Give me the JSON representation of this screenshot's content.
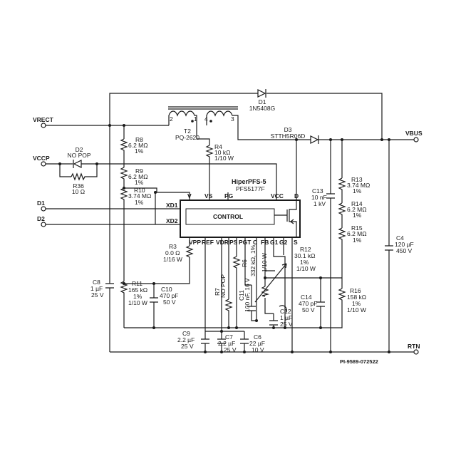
{
  "nets": {
    "vrect": "VRECT",
    "vccp": "VCCP",
    "d1": "D1",
    "d2": "D2",
    "vbus": "VBUS",
    "rtn": "RTN"
  },
  "components": {
    "d1": {
      "ref": "D1",
      "value": "1N5408G"
    },
    "t2": {
      "ref": "T2",
      "value": "PQ-2620",
      "pins": [
        "2",
        "1",
        "4",
        "3"
      ]
    },
    "d3": {
      "ref": "D3",
      "value": "STTH5R06D"
    },
    "r8": {
      "ref": "R8",
      "value": "6.2 MΩ",
      "tol": "1%"
    },
    "r9": {
      "ref": "R9",
      "value": "6.2 MΩ",
      "tol": "1%"
    },
    "r10": {
      "ref": "R10",
      "value": "3.74 MΩ",
      "tol": "1%"
    },
    "d2": {
      "ref": "D2",
      "value": "NO POP"
    },
    "r36": {
      "ref": "R36",
      "value": "10 Ω"
    },
    "r4": {
      "ref": "R4",
      "value": "10 kΩ",
      "power": "1/10 W"
    },
    "r3": {
      "ref": "R3",
      "value": "0.0 Ω",
      "power": "1/16 W"
    },
    "r11": {
      "ref": "R11",
      "value": "165 kΩ",
      "tol": "1%",
      "power": "1/10 W"
    },
    "c8": {
      "ref": "C8",
      "value": "1 µF",
      "voltage": "25 V"
    },
    "c10": {
      "ref": "C10",
      "value": "470 pF",
      "voltage": "50 V"
    },
    "r7": {
      "ref": "R7",
      "value": "NO POP"
    },
    "r6": {
      "ref": "R6",
      "value": "332 kΩ, 1%",
      "power": "1/10 W"
    },
    "c11": {
      "ref": "C11",
      "value": "100 nF, 16 V"
    },
    "r12": {
      "ref": "R12",
      "value": "30.1 kΩ",
      "tol": "1%",
      "power": "1/10 W"
    },
    "c12": {
      "ref": "C12",
      "value": "1 µF",
      "voltage": "25 V"
    },
    "c9": {
      "ref": "C9",
      "value": "2.2 µF",
      "voltage": "25 V"
    },
    "c7": {
      "ref": "C7",
      "value": "2.2 µF",
      "voltage": "25 V"
    },
    "c6": {
      "ref": "C6",
      "value": "22 µF",
      "voltage": "10 V"
    },
    "c13": {
      "ref": "C13",
      "value": "10 nF",
      "voltage": "1 kV"
    },
    "c14": {
      "ref": "C14",
      "value": "470 pF",
      "voltage": "50 V"
    },
    "r13": {
      "ref": "R13",
      "value": "3.74 MΩ",
      "tol": "1%"
    },
    "r14": {
      "ref": "R14",
      "value": "6.2 MΩ",
      "tol": "1%"
    },
    "r15": {
      "ref": "R15",
      "value": "6.2 MΩ",
      "tol": "1%"
    },
    "r16": {
      "ref": "R16",
      "value": "158 kΩ",
      "tol": "1%",
      "power": "1/10 W"
    },
    "c4": {
      "ref": "C4",
      "value": "120 µF",
      "voltage": "450 V"
    }
  },
  "ic": {
    "name": "HiperPFS-5",
    "part": "PFS5177F",
    "control": "CONTROL",
    "pins_top": {
      "v": "V",
      "vs": "VS",
      "pg": "PG",
      "vcc": "VCC",
      "d": "D"
    },
    "pins_left": {
      "xd1": "XD1",
      "xd2": "XD2"
    },
    "pins_bottom": {
      "vpp": "VPP",
      "ref": "REF",
      "vdr": "VDR",
      "ps": "PS",
      "pgt": "PGT",
      "c": "C",
      "fb": "FB",
      "g1": "G1",
      "g2": "G2",
      "s": "S"
    }
  },
  "drawing_number": "PI-9589-072522"
}
